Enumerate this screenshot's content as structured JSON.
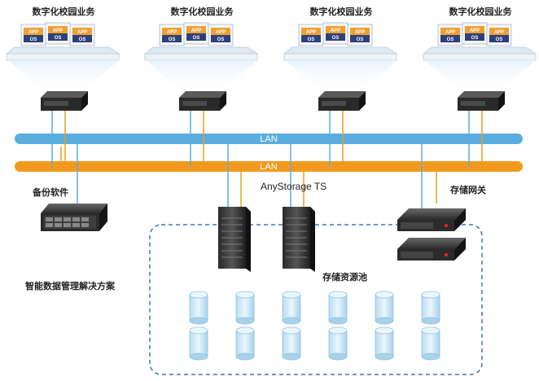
{
  "campus": {
    "label": "数字化校园业务",
    "app_label": "APP",
    "os_label": "OS"
  },
  "network": {
    "lan_top": "LAN",
    "lan_bottom": "LAN"
  },
  "nodes": {
    "backup": "备份软件",
    "anystorage": "AnyStorage TS",
    "gateway": "存储网关",
    "pool": "存储资源池",
    "solution": "智能数据管理解决方案"
  },
  "colors": {
    "lan_blue": "#5aaedf",
    "lan_orange": "#f29a1f",
    "pool_border": "#3a78b8",
    "app_orange": "#f0a030",
    "os_navy": "#2f3f7a",
    "cylinder": "#cfe8f6"
  }
}
